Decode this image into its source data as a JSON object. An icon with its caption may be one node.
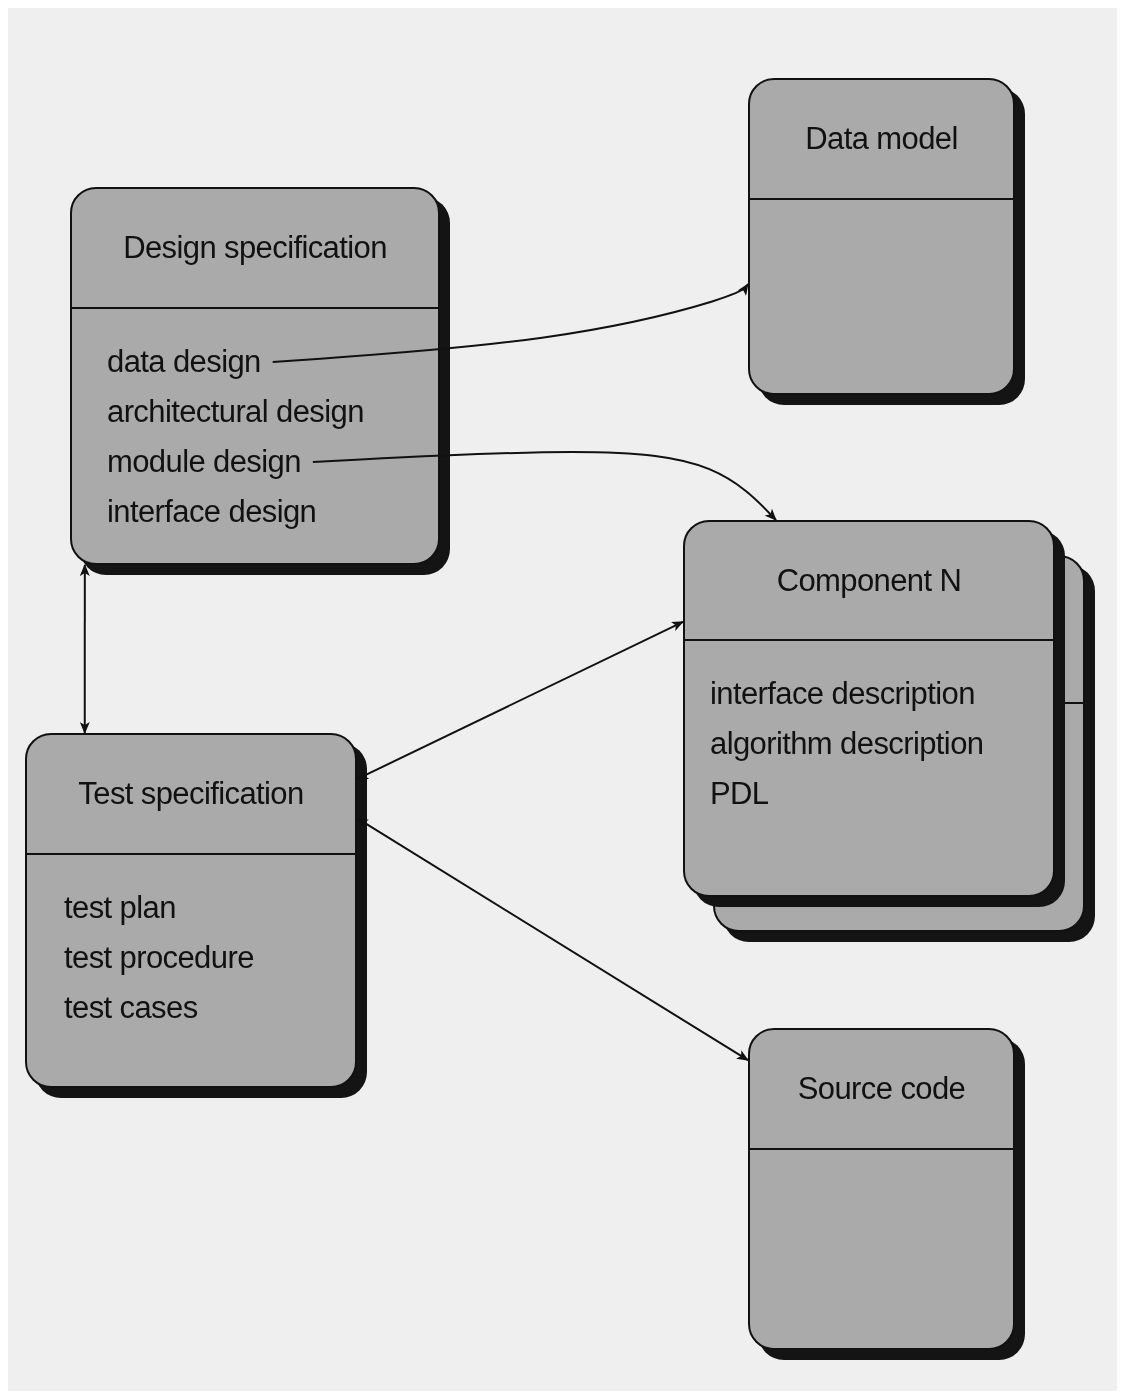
{
  "diagram": {
    "nodes": [
      {
        "text": [
          "Design specification"
        ]
      },
      {
        "text": [
          "data design"
        ],
        "in": 0
      },
      {
        "text": [
          "architectural design"
        ],
        "in": 0
      },
      {
        "text": [
          "module design"
        ],
        "in": 0
      },
      {
        "text": [
          "interface design"
        ],
        "in": 0
      },
      {
        "text": [
          "Data model"
        ]
      },
      {
        "text": [
          "Component N",
          "interface description",
          "algorithm description",
          "PDL"
        ]
      },
      {
        "text": [
          "Test specification",
          "test plan",
          "test procedure",
          "test cases"
        ]
      },
      {
        "text": [
          "Source code"
        ]
      }
    ],
    "edges": [
      {
        "from": 1,
        "to": 5,
        "arrow": "to"
      },
      {
        "from": 3,
        "to": 6,
        "arrow": "to"
      },
      {
        "from": 0,
        "to": 7,
        "arrow": "both"
      },
      {
        "from": 7,
        "to": 6,
        "arrow": "both"
      },
      {
        "from": 7,
        "to": 8,
        "arrow": "both"
      }
    ]
  }
}
